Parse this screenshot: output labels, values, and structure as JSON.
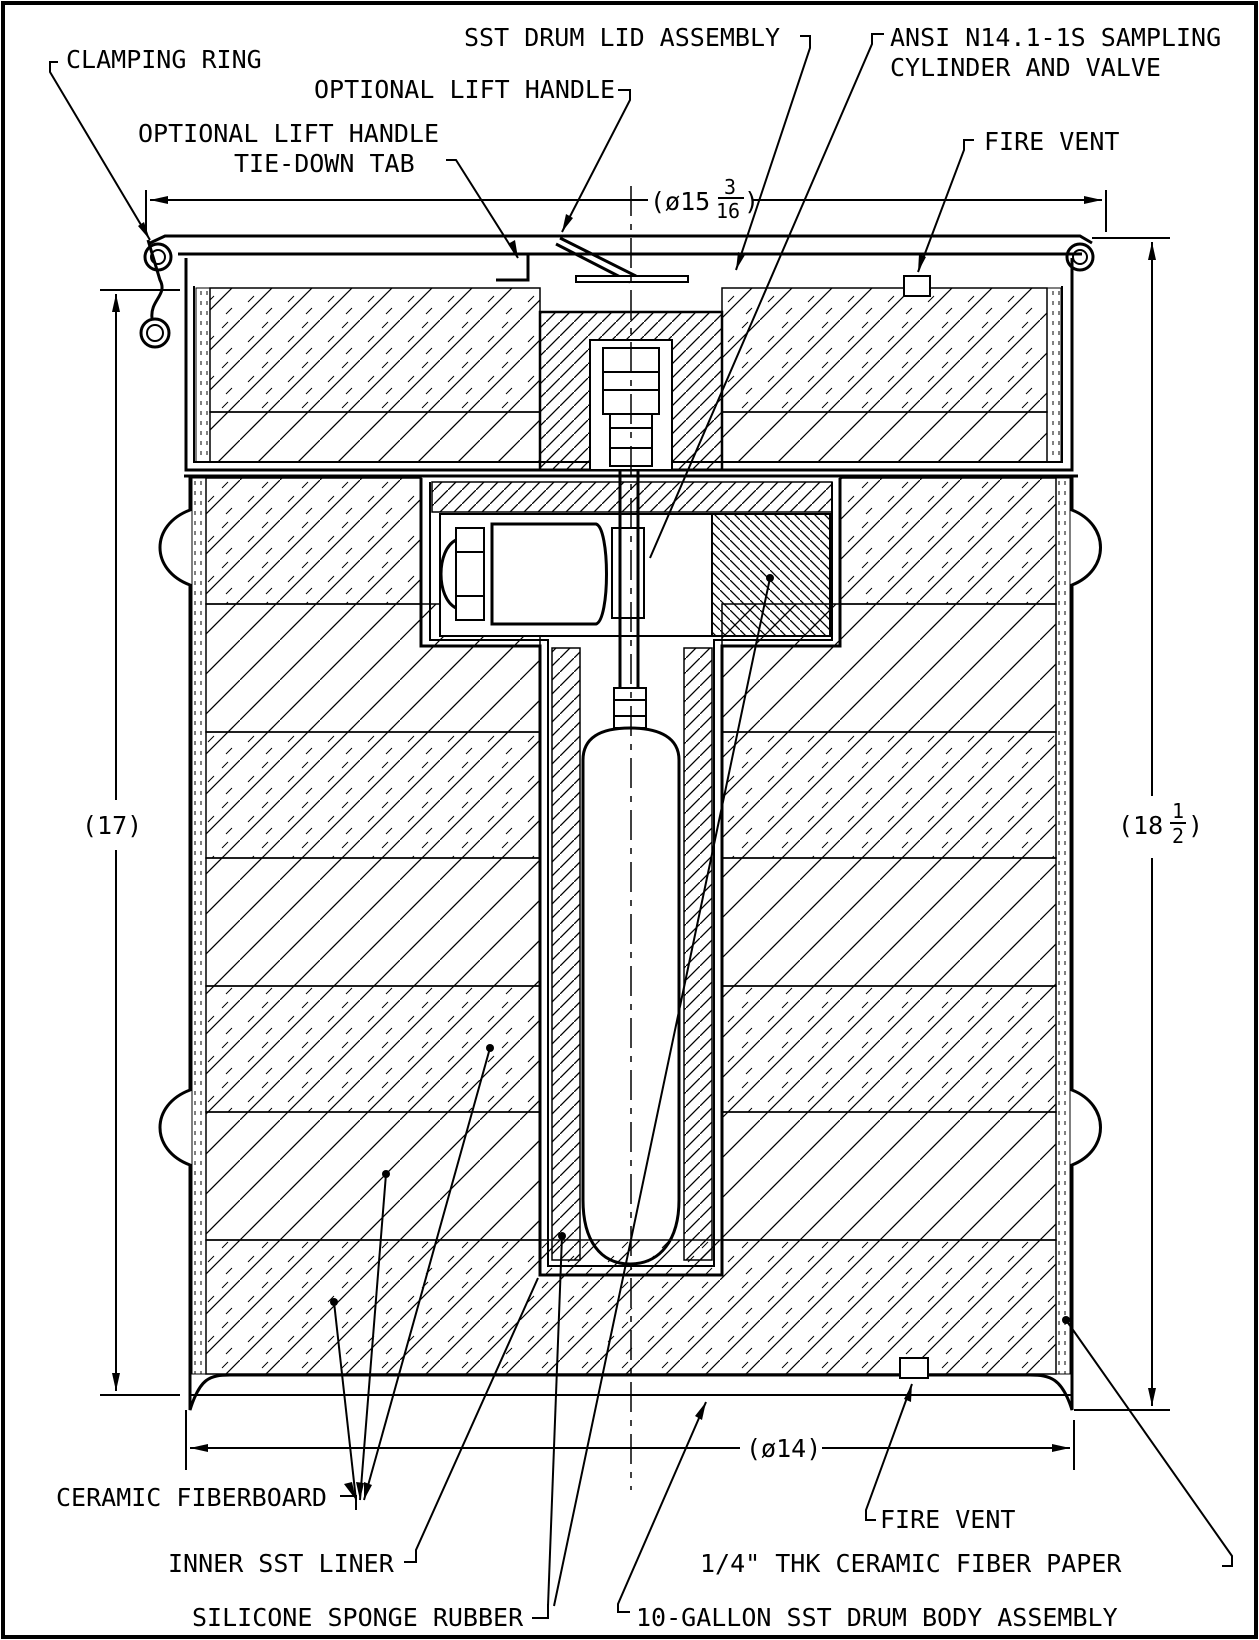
{
  "labels": {
    "clamping_ring": "CLAMPING RING",
    "lid_assembly": "SST DRUM LID ASSEMBLY",
    "sampling_cylinder_1": "ANSI N14.1-1S SAMPLING",
    "sampling_cylinder_2": "CYLINDER AND VALVE",
    "lift_handle": "OPTIONAL LIFT HANDLE",
    "tie_down_1": "OPTIONAL LIFT HANDLE",
    "tie_down_2": "TIE-DOWN TAB",
    "fire_vent_top": "FIRE VENT",
    "fire_vent_bottom": "FIRE VENT",
    "ceramic_fiberboard": "CERAMIC FIBERBOARD",
    "inner_liner": "INNER SST LINER",
    "ceramic_paper": "1/4\" THK CERAMIC FIBER PAPER",
    "silicone_rubber": "SILICONE SPONGE RUBBER",
    "drum_body": "10-GALLON SST DRUM BODY ASSEMBLY"
  },
  "dimensions": {
    "lid_diameter_prefix": "(ø15",
    "lid_diameter_num": "3",
    "lid_diameter_den": "16",
    "lid_diameter_suffix": ")",
    "height_inner": "(17)",
    "height_outer_prefix": "(18",
    "height_outer_num": "1",
    "height_outer_den": "2",
    "height_outer_suffix": ")",
    "body_diameter": "(ø14)"
  },
  "colors": {
    "line": "#000000",
    "background": "#ffffff"
  }
}
